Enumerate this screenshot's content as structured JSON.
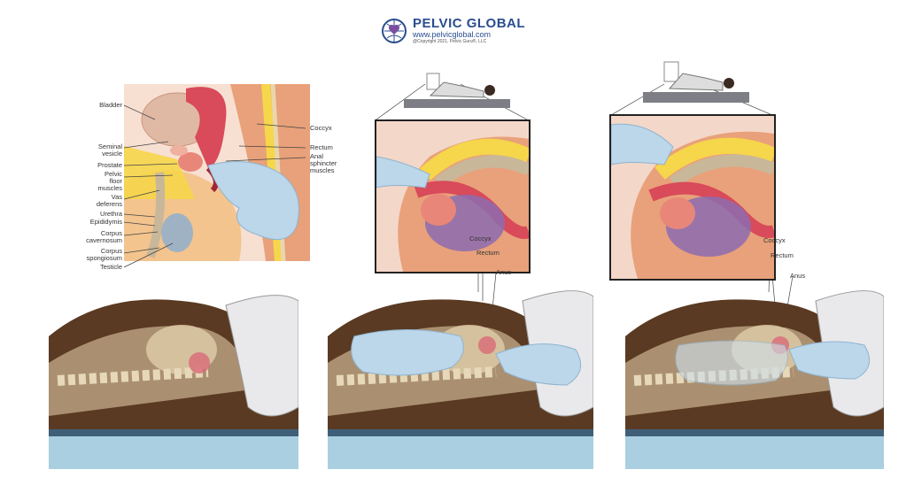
{
  "logo": {
    "title": "PELVIC GLOBAL",
    "url": "www.pelvicglobal.com",
    "copyright": "@Copyright 2021, Pelvic Guru®, LLC"
  },
  "anatomy_labels_left": {
    "bladder": "Bladder",
    "seminal_vesicle": "Seminal\nvesicle",
    "prostate": "Prostate",
    "pelvic_floor": "Pelvic\nfloor\nmuscles",
    "vas_deferens": "Vas\ndeferens",
    "urethra": "Urethra",
    "epididymis": "Epididymis",
    "corpus_cavernosum": "Corpus\ncavernosum",
    "corpus_spongiosum": "Corpus\nspongiosum",
    "testicle": "Testicle"
  },
  "anatomy_labels_right": {
    "coccyx": "Coccyx",
    "rectum": "Rectum",
    "anal_sphincter": "Anal\nsphincter\nmuscles"
  },
  "inset_labels": {
    "coccyx": "Coccyx",
    "rectum": "Rectum",
    "anus": "Anus"
  },
  "colors": {
    "skin": "#b9a07f",
    "skin_dark": "#5a3a22",
    "bone": "#d9c7a2",
    "muscle": "#d94a5a",
    "fat": "#f6d64a",
    "glove": "#bcd6ea",
    "table": "#a9cfe0",
    "gown": "#e9e9ec"
  }
}
